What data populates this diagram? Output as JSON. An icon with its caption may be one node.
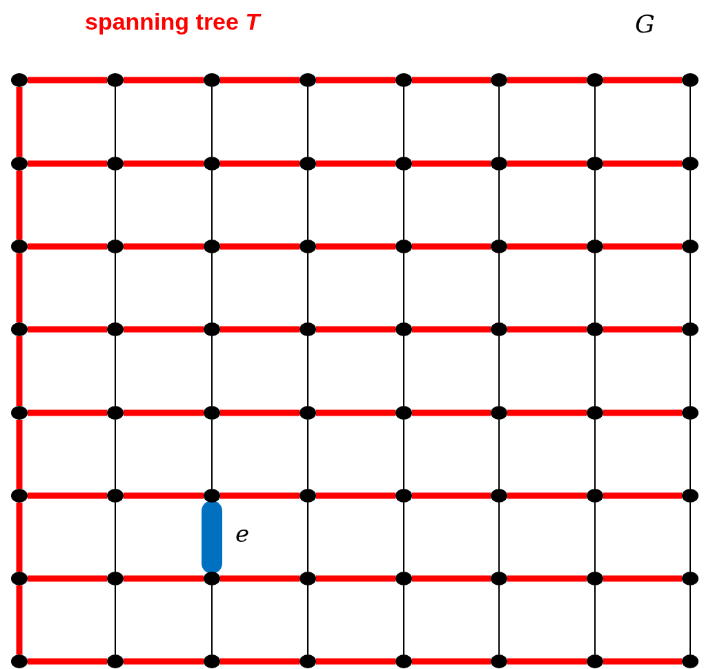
{
  "diagram": {
    "title": "spanning tree *T*",
    "nodes": [
      {
        "text": [],
        "shape": "circle"
      },
      {
        "text": [],
        "shape": "circle"
      },
      {
        "text": [],
        "shape": "circle"
      },
      {
        "text": [],
        "shape": "circle"
      },
      {
        "text": [],
        "shape": "circle"
      },
      {
        "text": [],
        "shape": "circle"
      },
      {
        "text": [],
        "shape": "circle"
      },
      {
        "text": [],
        "shape": "circle"
      },
      {
        "text": [],
        "shape": "circle"
      },
      {
        "text": [],
        "shape": "circle"
      },
      {
        "text": [],
        "shape": "circle"
      },
      {
        "text": [],
        "shape": "circle"
      },
      {
        "text": [],
        "shape": "circle"
      },
      {
        "text": [],
        "shape": "circle"
      },
      {
        "text": [],
        "shape": "circle"
      },
      {
        "text": [],
        "shape": "circle"
      },
      {
        "text": [],
        "shape": "circle"
      },
      {
        "text": [],
        "shape": "circle"
      },
      {
        "text": [],
        "shape": "circle"
      },
      {
        "text": [],
        "shape": "circle"
      },
      {
        "text": [],
        "shape": "circle"
      },
      {
        "text": [],
        "shape": "circle"
      },
      {
        "text": [],
        "shape": "circle"
      },
      {
        "text": [],
        "shape": "circle"
      },
      {
        "text": [],
        "shape": "circle"
      },
      {
        "text": [],
        "shape": "circle"
      },
      {
        "text": [],
        "shape": "circle"
      },
      {
        "text": [],
        "shape": "circle"
      },
      {
        "text": [],
        "shape": "circle"
      },
      {
        "text": [],
        "shape": "circle"
      },
      {
        "text": [],
        "shape": "circle"
      },
      {
        "text": [],
        "shape": "circle"
      },
      {
        "text": [],
        "shape": "circle"
      },
      {
        "text": [],
        "shape": "circle"
      },
      {
        "text": [],
        "shape": "circle"
      },
      {
        "text": [],
        "shape": "circle"
      },
      {
        "text": [],
        "shape": "circle"
      },
      {
        "text": [],
        "shape": "circle"
      },
      {
        "text": [],
        "shape": "circle"
      },
      {
        "text": [],
        "shape": "circle"
      },
      {
        "text": [],
        "shape": "circle"
      },
      {
        "text": [],
        "shape": "circle"
      },
      {
        "text": [],
        "shape": "circle"
      },
      {
        "text": [],
        "shape": "circle"
      },
      {
        "text": [],
        "shape": "circle"
      },
      {
        "text": [],
        "shape": "circle"
      },
      {
        "text": [],
        "shape": "circle"
      },
      {
        "text": [],
        "shape": "circle"
      },
      {
        "text": [],
        "shape": "circle"
      },
      {
        "text": [],
        "shape": "circle"
      },
      {
        "text": [],
        "shape": "circle"
      },
      {
        "text": [],
        "shape": "circle"
      },
      {
        "text": [],
        "shape": "circle"
      },
      {
        "text": [],
        "shape": "circle"
      },
      {
        "text": [],
        "shape": "circle"
      },
      {
        "text": [],
        "shape": "circle"
      },
      {
        "text": [],
        "shape": "circle"
      },
      {
        "text": [],
        "shape": "circle"
      },
      {
        "text": [],
        "shape": "circle"
      },
      {
        "text": [],
        "shape": "circle"
      },
      {
        "text": [],
        "shape": "circle"
      },
      {
        "text": [],
        "shape": "circle"
      },
      {
        "text": [],
        "shape": "circle"
      },
      {
        "text": [],
        "shape": "circle"
      }
    ],
    "edges": [
      {
        "from": 0,
        "to": 1,
        "arrow": "none"
      },
      {
        "from": 1,
        "to": 2,
        "arrow": "none"
      },
      {
        "from": 2,
        "to": 3,
        "arrow": "none"
      },
      {
        "from": 3,
        "to": 4,
        "arrow": "none"
      },
      {
        "from": 4,
        "to": 5,
        "arrow": "none"
      },
      {
        "from": 5,
        "to": 6,
        "arrow": "none"
      },
      {
        "from": 6,
        "to": 7,
        "arrow": "none"
      },
      {
        "from": 8,
        "to": 9,
        "arrow": "none"
      },
      {
        "from": 9,
        "to": 10,
        "arrow": "none"
      },
      {
        "from": 10,
        "to": 11,
        "arrow": "none"
      },
      {
        "from": 11,
        "to": 12,
        "arrow": "none"
      },
      {
        "from": 12,
        "to": 13,
        "arrow": "none"
      },
      {
        "from": 13,
        "to": 14,
        "arrow": "none"
      },
      {
        "from": 14,
        "to": 15,
        "arrow": "none"
      },
      {
        "from": 16,
        "to": 17,
        "arrow": "none"
      },
      {
        "from": 17,
        "to": 18,
        "arrow": "none"
      },
      {
        "from": 18,
        "to": 19,
        "arrow": "none"
      },
      {
        "from": 19,
        "to": 20,
        "arrow": "none"
      },
      {
        "from": 20,
        "to": 21,
        "arrow": "none"
      },
      {
        "from": 21,
        "to": 22,
        "arrow": "none"
      },
      {
        "from": 22,
        "to": 23,
        "arrow": "none"
      },
      {
        "from": 24,
        "to": 25,
        "arrow": "none"
      },
      {
        "from": 25,
        "to": 26,
        "arrow": "none"
      },
      {
        "from": 26,
        "to": 27,
        "arrow": "none"
      },
      {
        "from": 27,
        "to": 28,
        "arrow": "none"
      },
      {
        "from": 28,
        "to": 29,
        "arrow": "none"
      },
      {
        "from": 29,
        "to": 30,
        "arrow": "none"
      },
      {
        "from": 30,
        "to": 31,
        "arrow": "none"
      },
      {
        "from": 32,
        "to": 33,
        "arrow": "none"
      },
      {
        "from": 33,
        "to": 34,
        "arrow": "none"
      },
      {
        "from": 34,
        "to": 35,
        "arrow": "none"
      },
      {
        "from": 35,
        "to": 36,
        "arrow": "none"
      },
      {
        "from": 36,
        "to": 37,
        "arrow": "none"
      },
      {
        "from": 37,
        "to": 38,
        "arrow": "none"
      },
      {
        "from": 38,
        "to": 39,
        "arrow": "none"
      },
      {
        "from": 40,
        "to": 41,
        "arrow": "none"
      },
      {
        "from": 41,
        "to": 42,
        "arrow": "none"
      },
      {
        "from": 42,
        "to": 43,
        "arrow": "none"
      },
      {
        "from": 43,
        "to": 44,
        "arrow": "none"
      },
      {
        "from": 44,
        "to": 45,
        "arrow": "none"
      },
      {
        "from": 45,
        "to": 46,
        "arrow": "none"
      },
      {
        "from": 46,
        "to": 47,
        "arrow": "none"
      },
      {
        "from": 48,
        "to": 49,
        "arrow": "none"
      },
      {
        "from": 49,
        "to": 50,
        "arrow": "none"
      },
      {
        "from": 50,
        "to": 51,
        "arrow": "none"
      },
      {
        "from": 51,
        "to": 52,
        "arrow": "none"
      },
      {
        "from": 52,
        "to": 53,
        "arrow": "none"
      },
      {
        "from": 53,
        "to": 54,
        "arrow": "none"
      },
      {
        "from": 54,
        "to": 55,
        "arrow": "none"
      },
      {
        "from": 56,
        "to": 57,
        "arrow": "none"
      },
      {
        "from": 57,
        "to": 58,
        "arrow": "none"
      },
      {
        "from": 58,
        "to": 59,
        "arrow": "none"
      },
      {
        "from": 59,
        "to": 60,
        "arrow": "none"
      },
      {
        "from": 60,
        "to": 61,
        "arrow": "none"
      },
      {
        "from": 61,
        "to": 62,
        "arrow": "none"
      },
      {
        "from": 62,
        "to": 63,
        "arrow": "none"
      },
      {
        "from": 0,
        "to": 8,
        "arrow": "none"
      },
      {
        "from": 1,
        "to": 9,
        "arrow": "none",
        "color": "#000000"
      },
      {
        "from": 2,
        "to": 10,
        "arrow": "none",
        "color": "#000000"
      },
      {
        "from": 3,
        "to": 11,
        "arrow": "none",
        "color": "#000000"
      },
      {
        "from": 4,
        "to": 12,
        "arrow": "none",
        "color": "#000000"
      },
      {
        "from": 5,
        "to": 13,
        "arrow": "none",
        "color": "#000000"
      },
      {
        "from": 6,
        "to": 14,
        "arrow": "none",
        "color": "#000000"
      },
      {
        "from": 7,
        "to": 15,
        "arrow": "none",
        "color": "#000000"
      },
      {
        "from": 8,
        "to": 16,
        "arrow": "none"
      },
      {
        "from": 9,
        "to": 17,
        "arrow": "none",
        "color": "#000000"
      },
      {
        "from": 10,
        "to": 18,
        "arrow": "none",
        "color": "#000000"
      },
      {
        "from": 11,
        "to": 19,
        "arrow": "none",
        "color": "#000000"
      },
      {
        "from": 12,
        "to": 20,
        "arrow": "none",
        "color": "#000000"
      },
      {
        "from": 13,
        "to": 21,
        "arrow": "none",
        "color": "#000000"
      },
      {
        "from": 14,
        "to": 22,
        "arrow": "none",
        "color": "#000000"
      },
      {
        "from": 15,
        "to": 23,
        "arrow": "none",
        "color": "#000000"
      },
      {
        "from": 16,
        "to": 24,
        "arrow": "none"
      },
      {
        "from": 17,
        "to": 25,
        "arrow": "none",
        "color": "#000000"
      },
      {
        "from": 18,
        "to": 26,
        "arrow": "none",
        "color": "#000000"
      },
      {
        "from": 19,
        "to": 27,
        "arrow": "none",
        "color": "#000000"
      },
      {
        "from": 20,
        "to": 28,
        "arrow": "none",
        "color": "#000000"
      },
      {
        "from": 21,
        "to": 29,
        "arrow": "none",
        "color": "#000000"
      },
      {
        "from": 22,
        "to": 30,
        "arrow": "none",
        "color": "#000000"
      },
      {
        "from": 23,
        "to": 31,
        "arrow": "none",
        "color": "#000000"
      },
      {
        "from": 24,
        "to": 32,
        "arrow": "none"
      },
      {
        "from": 25,
        "to": 33,
        "arrow": "none",
        "color": "#000000"
      },
      {
        "from": 26,
        "to": 34,
        "arrow": "none",
        "color": "#000000"
      },
      {
        "from": 27,
        "to": 35,
        "arrow": "none",
        "color": "#000000"
      },
      {
        "from": 28,
        "to": 36,
        "arrow": "none",
        "color": "#000000"
      },
      {
        "from": 29,
        "to": 37,
        "arrow": "none",
        "color": "#000000"
      },
      {
        "from": 30,
        "to": 38,
        "arrow": "none",
        "color": "#000000"
      },
      {
        "from": 31,
        "to": 39,
        "arrow": "none",
        "color": "#000000"
      },
      {
        "from": 32,
        "to": 40,
        "arrow": "none"
      },
      {
        "from": 33,
        "to": 41,
        "arrow": "none",
        "color": "#000000"
      },
      {
        "from": 34,
        "to": 42,
        "arrow": "none",
        "color": "#000000"
      },
      {
        "from": 35,
        "to": 43,
        "arrow": "none",
        "color": "#000000"
      },
      {
        "from": 36,
        "to": 44,
        "arrow": "none",
        "color": "#000000"
      },
      {
        "from": 37,
        "to": 45,
        "arrow": "none",
        "color": "#000000"
      },
      {
        "from": 38,
        "to": 46,
        "arrow": "none",
        "color": "#000000"
      },
      {
        "from": 39,
        "to": 47,
        "arrow": "none",
        "color": "#000000"
      },
      {
        "from": 40,
        "to": 48,
        "arrow": "none"
      },
      {
        "from": 41,
        "to": 49,
        "arrow": "none",
        "color": "#000000"
      },
      {
        "from": 42,
        "to": 50,
        "arrow": "none",
        "style": "thick",
        "color": "#0070c0",
        "label": "e"
      },
      {
        "from": 43,
        "to": 51,
        "arrow": "none",
        "color": "#000000"
      },
      {
        "from": 44,
        "to": 52,
        "arrow": "none",
        "color": "#000000"
      },
      {
        "from": 45,
        "to": 53,
        "arrow": "none",
        "color": "#000000"
      },
      {
        "from": 46,
        "to": 54,
        "arrow": "none",
        "color": "#000000"
      },
      {
        "from": 47,
        "to": 55,
        "arrow": "none",
        "color": "#000000"
      },
      {
        "from": 48,
        "to": 56,
        "arrow": "none"
      },
      {
        "from": 49,
        "to": 57,
        "arrow": "none",
        "color": "#000000"
      },
      {
        "from": 50,
        "to": 58,
        "arrow": "none",
        "color": "#000000"
      },
      {
        "from": 51,
        "to": 59,
        "arrow": "none",
        "color": "#000000"
      },
      {
        "from": 52,
        "to": 60,
        "arrow": "none",
        "color": "#000000"
      },
      {
        "from": 53,
        "to": 61,
        "arrow": "none",
        "color": "#000000"
      },
      {
        "from": 54,
        "to": 62,
        "arrow": "none",
        "color": "#000000"
      },
      {
        "from": 55,
        "to": 63,
        "arrow": "none",
        "color": "#000000"
      }
    ],
    "labels": [
      "G"
    ]
  }
}
